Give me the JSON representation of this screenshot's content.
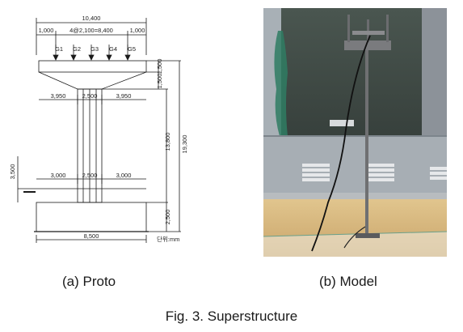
{
  "figure": {
    "caption": "Fig. 3. Superstructure",
    "panels": [
      {
        "caption": "(a) Proto"
      },
      {
        "caption": "(b) Model"
      }
    ]
  },
  "drawing": {
    "dims": {
      "overall_width": "10,400",
      "left_edge": "1,000",
      "girder_spacing": "4@2,100=8,400",
      "right_edge": "1,000",
      "cap_left": "3,950",
      "column_width": "2,500",
      "cap_right": "3,950",
      "cap_depth": "1,500",
      "cap_depth2": "1,500",
      "column_height": "13,800",
      "total_height": "19,300",
      "footing_left": "3,000",
      "column_width_lower": "2,500",
      "footing_right": "3,000",
      "embed_height": "3,500",
      "footing_height": "2,500",
      "footing_width": "8,500",
      "unit": "단위:mm"
    },
    "girders": [
      "G1",
      "G2",
      "G3",
      "G4",
      "G5"
    ]
  },
  "colors": {
    "line": "#1a1a1a",
    "wall": "#3e4a44",
    "floor": "#d8b77a",
    "panel": "#9aa3a8"
  }
}
